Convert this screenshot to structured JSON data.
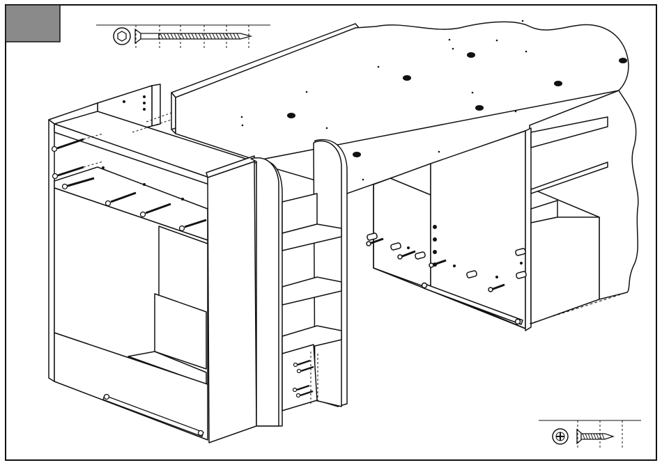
{
  "sheet": {
    "step_marker_color": "#8a8a8a",
    "line_color": "#111111",
    "paper_color": "#ffffff"
  },
  "hardware_legend": [
    {
      "icon": "hex-socket-icon",
      "part": "countersunk-wood-screw-long"
    },
    {
      "icon": "phillips-cross-icon",
      "part": "short-wood-screw"
    }
  ],
  "assembly": {
    "components": [
      "left-end-panel-unit",
      "ladder-panel",
      "rear-top-panel",
      "top-desk-board",
      "right-cabinet-unit",
      "ladder-steps"
    ],
    "fasteners": [
      "long-screw",
      "cam-dowel",
      "wooden-dowel",
      "metal-rail"
    ]
  }
}
